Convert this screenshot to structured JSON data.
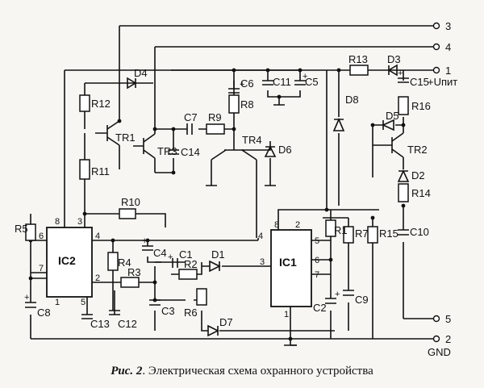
{
  "caption": {
    "figure": "Рис. 2",
    "text": ". Электрическая схема охранного устройства"
  },
  "chips": [
    {
      "id": "IC2",
      "pins": [
        "8",
        "3",
        "6",
        "7",
        "4",
        "2",
        "5",
        "1"
      ]
    },
    {
      "id": "IC1",
      "pins": [
        "8",
        "2",
        "4",
        "5",
        "3",
        "6",
        "7",
        "1"
      ]
    }
  ],
  "terminals": [
    "3",
    "4",
    "1",
    "5",
    "2"
  ],
  "supply_label": "+Uпит",
  "gnd_label": "GND",
  "transistors": [
    "TR1",
    "TR2",
    "TR3",
    "TR4"
  ],
  "resistors": [
    "R1",
    "R2",
    "R3",
    "R4",
    "R5",
    "R6",
    "R7",
    "R8",
    "R9",
    "R10",
    "R11",
    "R12",
    "R13",
    "R14",
    "R15",
    "R16"
  ],
  "capacitors": [
    "C1",
    "C2",
    "C3",
    "C4",
    "C5",
    "C6",
    "C7",
    "C8",
    "C9",
    "C10",
    "C11",
    "C12",
    "C13",
    "C14",
    "C15"
  ],
  "diodes": [
    "D1",
    "D2",
    "D3",
    "D4",
    "D5",
    "D6",
    "D7",
    "D8"
  ]
}
